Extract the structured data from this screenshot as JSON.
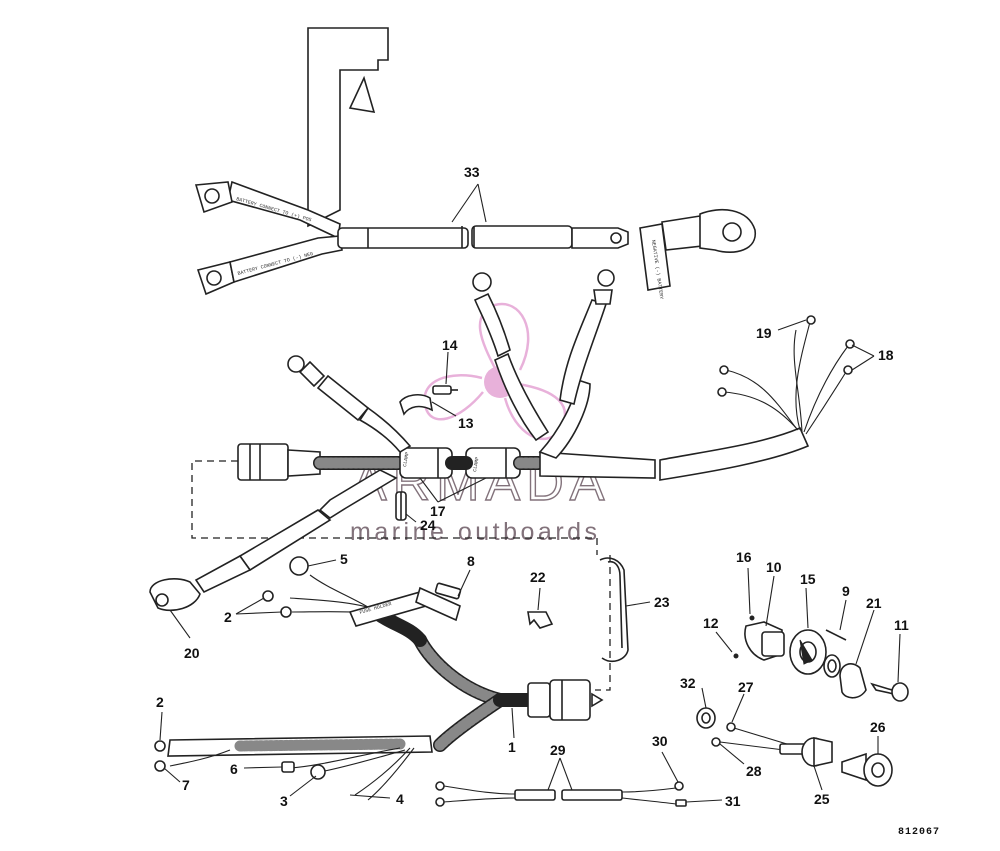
{
  "watermark": {
    "brand": "ARMADA",
    "tagline": "marine outboards",
    "logo_icon": "propeller-logo-icon",
    "logo_color": "#e6a9d6"
  },
  "drawing_ref": "812067",
  "callouts": {
    "c1": "1",
    "c2a": "2",
    "c2b": "2",
    "c3": "3",
    "c4": "4",
    "c5": "5",
    "c6": "6",
    "c7": "7",
    "c8": "8",
    "c9": "9",
    "c10": "10",
    "c11": "11",
    "c12": "12",
    "c13": "13",
    "c14": "14",
    "c15": "15",
    "c16": "16",
    "c17": "17",
    "c18": "18",
    "c19": "19",
    "c20": "20",
    "c21": "21",
    "c22": "22",
    "c23": "23",
    "c24": "24",
    "c25": "25",
    "c26": "26",
    "c27": "27",
    "c28": "28",
    "c29": "29",
    "c30": "30",
    "c31": "31",
    "c32": "32",
    "c33": "33"
  }
}
